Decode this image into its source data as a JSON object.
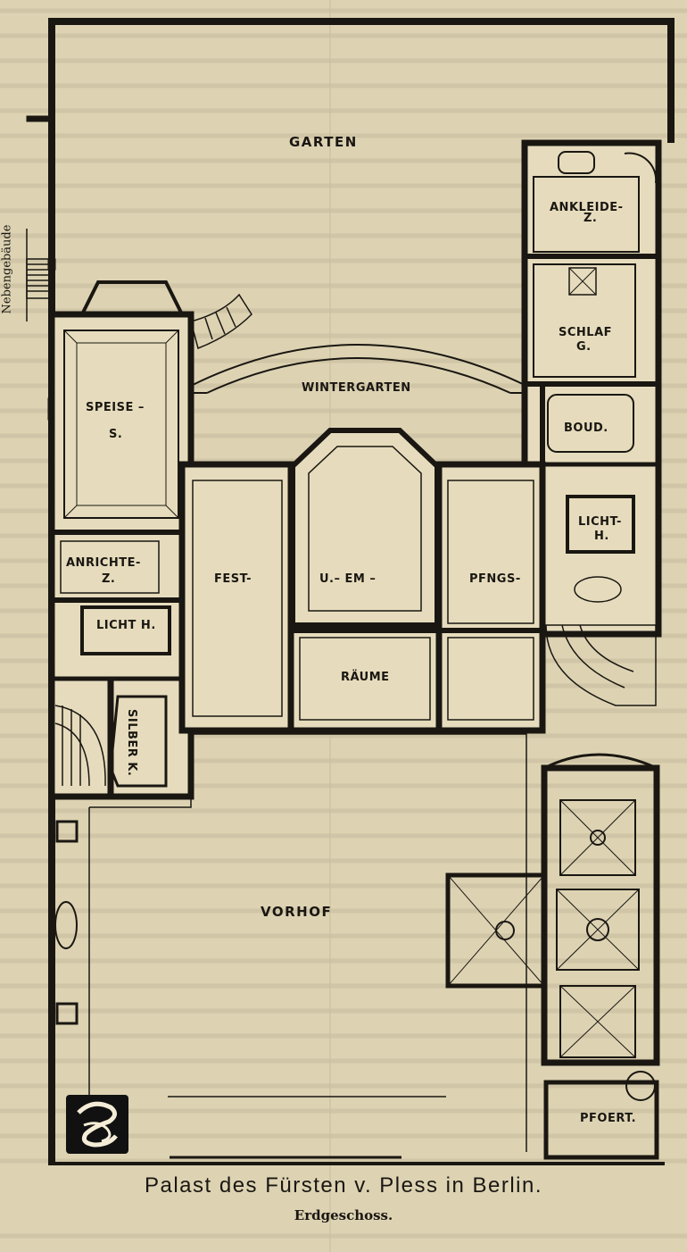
{
  "title": "Palast des Fürsten v. Pless in Berlin.",
  "subtitle": "Erdgeschoss.",
  "side_label": "Nebengebäude",
  "rooms": {
    "garten": "GARTEN",
    "wintergarten": "WINTERGARTEN",
    "speise_1": "SPEISE –",
    "speise_2": "S.",
    "ankleide_1": "ANKLEIDE-",
    "ankleide_2": "Z.",
    "schlaf_1": "SCHLAF",
    "schlaf_2": "G.",
    "boud": "BOUD.",
    "licht_right_1": "LICHT-",
    "licht_right_2": "H.",
    "anrichte_1": "ANRICHTE-",
    "anrichte_2": "Z.",
    "fest": "FEST-",
    "uem": "U.– EM –",
    "pfngs": "PFNGS-",
    "lichth_left": "LICHT H.",
    "raeume": "RÄUME",
    "silber": "SILBER K.",
    "vorhof": "VORHOF",
    "pfoert": "PFOERT."
  },
  "colors": {
    "paper": "#ddd3b3",
    "ink": "#1a1712",
    "room_fill": "#e6dcbd"
  },
  "logo_icon": "publisher-monogram-icon"
}
